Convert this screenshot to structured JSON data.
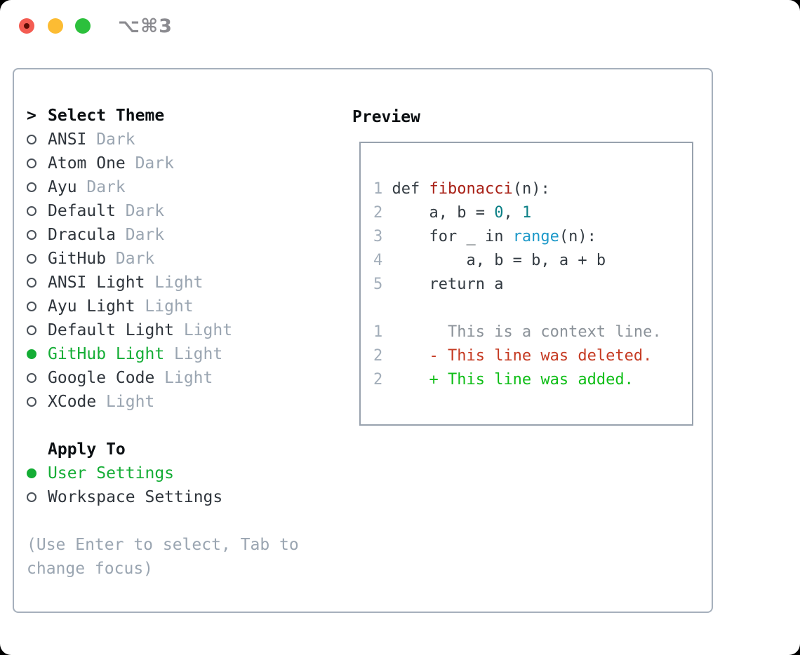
{
  "titlebar": {
    "title": "⌥⌘3",
    "buttons": [
      "close",
      "minimize",
      "zoom"
    ],
    "close_has_unsaved_dot": true
  },
  "theme_picker": {
    "prompt": ">",
    "title": "Select Theme",
    "themes": [
      {
        "name": "ANSI",
        "variant": "Dark",
        "selected": false
      },
      {
        "name": "Atom One",
        "variant": "Dark",
        "selected": false
      },
      {
        "name": "Ayu",
        "variant": "Dark",
        "selected": false
      },
      {
        "name": "Default",
        "variant": "Dark",
        "selected": false
      },
      {
        "name": "Dracula",
        "variant": "Dark",
        "selected": false
      },
      {
        "name": "GitHub",
        "variant": "Dark",
        "selected": false
      },
      {
        "name": "ANSI Light",
        "variant": "Light",
        "selected": false
      },
      {
        "name": "Ayu Light",
        "variant": "Light",
        "selected": false
      },
      {
        "name": "Default Light",
        "variant": "Light",
        "selected": false
      },
      {
        "name": "GitHub Light",
        "variant": "Light",
        "selected": true
      },
      {
        "name": "Google Code",
        "variant": "Light",
        "selected": false
      },
      {
        "name": "XCode",
        "variant": "Light",
        "selected": false
      }
    ]
  },
  "apply_to": {
    "title": "Apply To",
    "options": [
      {
        "label": "User Settings",
        "selected": true
      },
      {
        "label": "Workspace Settings",
        "selected": false
      }
    ]
  },
  "hint": "(Use Enter to select, Tab to change focus)",
  "preview": {
    "title": "Preview",
    "lines": [
      {
        "num": "1",
        "segs": [
          {
            "t": "def ",
            "c": "code"
          },
          {
            "t": "fibonacci",
            "c": "func"
          },
          {
            "t": "(n):",
            "c": "code"
          }
        ]
      },
      {
        "num": "2",
        "segs": [
          {
            "t": "    a, b = ",
            "c": "code"
          },
          {
            "t": "0",
            "c": "num"
          },
          {
            "t": ", ",
            "c": "code"
          },
          {
            "t": "1",
            "c": "num"
          }
        ]
      },
      {
        "num": "3",
        "segs": [
          {
            "t": "    for _ in ",
            "c": "code"
          },
          {
            "t": "range",
            "c": "builtin"
          },
          {
            "t": "(n):",
            "c": "code"
          }
        ]
      },
      {
        "num": "4",
        "segs": [
          {
            "t": "        a, b = b, a + b",
            "c": "code"
          }
        ]
      },
      {
        "num": "5",
        "segs": [
          {
            "t": "    return a",
            "c": "code"
          }
        ]
      },
      {
        "num": "",
        "segs": []
      },
      {
        "num": "1",
        "segs": [
          {
            "t": "      This is a context line.",
            "c": "ctx"
          }
        ]
      },
      {
        "num": "2",
        "segs": [
          {
            "t": "    - This line was deleted.",
            "c": "del"
          }
        ]
      },
      {
        "num": "2",
        "segs": [
          {
            "t": "    + This line was added.",
            "c": "add"
          }
        ]
      }
    ]
  },
  "colors": {
    "selection_green": "#14ad35",
    "added_green": "#0fbe17",
    "deleted_red": "#c53a22",
    "function_red": "#a82016",
    "number_teal": "#0b7f85",
    "builtin_blue": "#1d99c9",
    "muted_gray": "#9aa5b1",
    "context_gray": "#8b9299",
    "text_dark": "#2f353c",
    "panel_border": "#a6b0bc",
    "traffic_red": "#f45c52",
    "traffic_yellow": "#fcbc33",
    "traffic_green": "#2cc03c"
  }
}
